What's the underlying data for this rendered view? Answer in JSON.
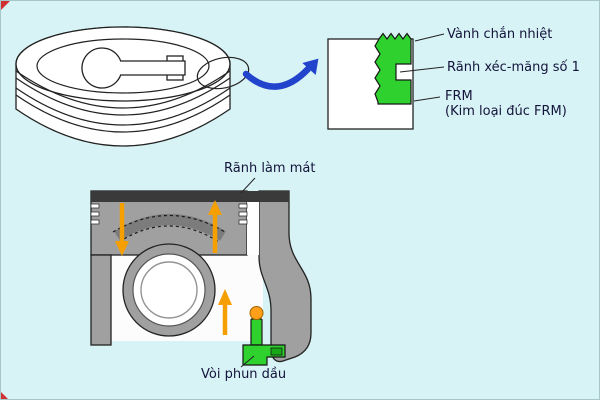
{
  "figure": {
    "type": "technical-diagram",
    "subject": "piston with FRM ring insert and oil-jet cooling channel"
  },
  "labels": {
    "heat_dam": "Vành chắn nhiệt",
    "ring_groove_1": "Rãnh xéc-măng số 1",
    "frm": "FRM",
    "frm_sub": "(Kim loại đúc FRM)",
    "cooling_channel": "Rãnh làm mát",
    "oil_jet": "Vòi phun dầu"
  },
  "colors": {
    "background": "#d7f3f5",
    "frm_green": "#2fd12f",
    "oil_orange": "#f59f00",
    "arrow_blue": "#2244cc",
    "body_gray": "#a0a0a0",
    "crown_dark": "#3a3a3a",
    "label_text": "#14143c"
  }
}
